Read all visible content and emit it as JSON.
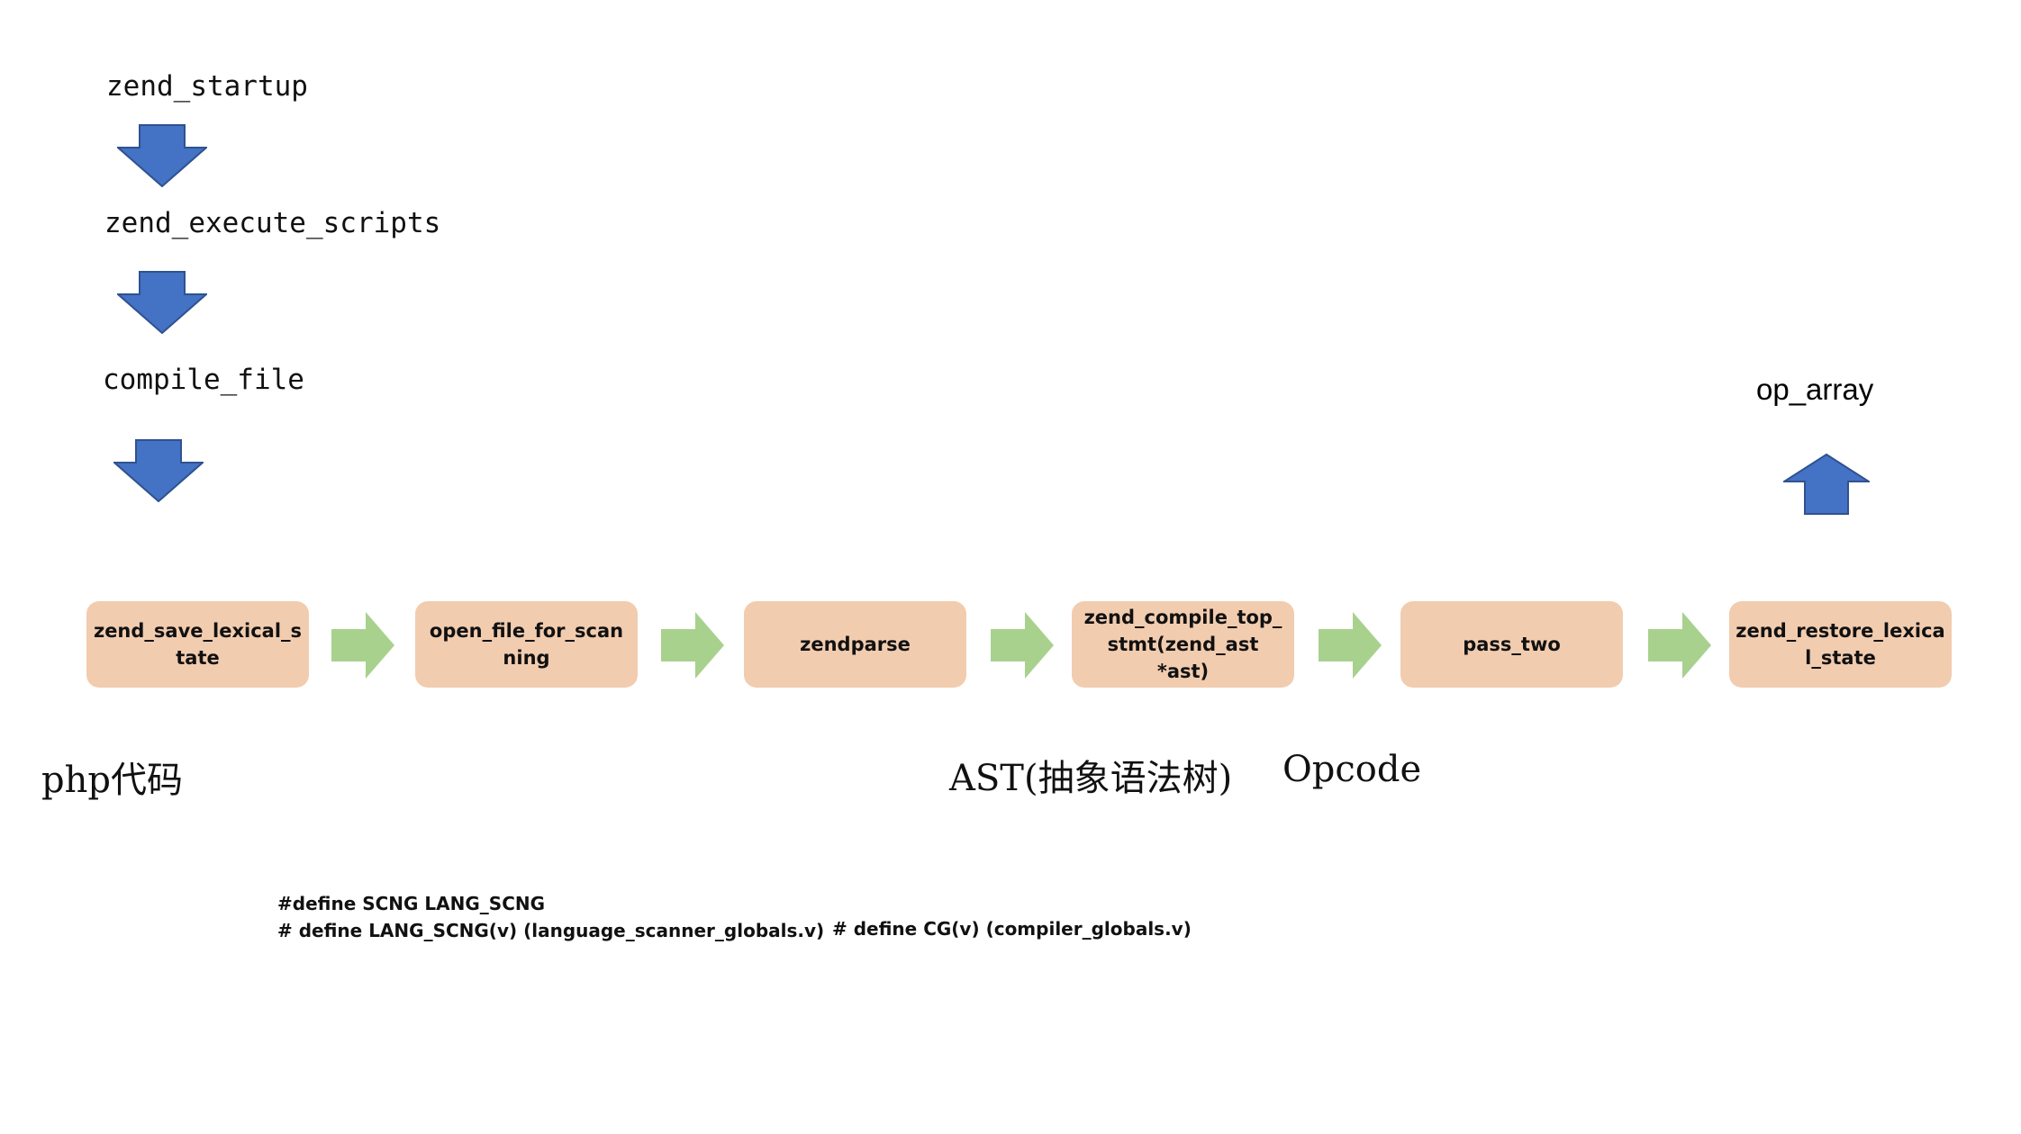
{
  "call_chain": {
    "startup": "zend_startup",
    "execute_scripts": "zend_execute_scripts",
    "compile_file": "compile_file"
  },
  "output": {
    "label": "op_array"
  },
  "pipeline": {
    "steps": [
      {
        "label": "zend_save_lexical_s\ntate"
      },
      {
        "label": "open_file_for_scan\nning"
      },
      {
        "label": "zendparse"
      },
      {
        "label": "zend_compile_top_\nstmt(zend_ast *ast)"
      },
      {
        "label": "pass_two"
      },
      {
        "label": "zend_restore_lexica\nl_state"
      }
    ]
  },
  "stage_labels": {
    "php_code": "php代码",
    "ast": "AST(抽象语法树)",
    "opcode": "Opcode"
  },
  "defines": {
    "scng": "#define SCNG  LANG_SCNG",
    "lang_scng": "# define LANG_SCNG(v) (language_scanner_globals.v)",
    "cg": "# define CG(v) (compiler_globals.v)"
  },
  "colors": {
    "call_arrow": "#4472c4",
    "flow_arrow": "#a9d18e",
    "step_box": "#f2ccaf"
  },
  "icons": {
    "down_arrow": "down-arrow-icon",
    "up_arrow": "up-arrow-icon",
    "right_arrow": "right-arrow-icon"
  }
}
